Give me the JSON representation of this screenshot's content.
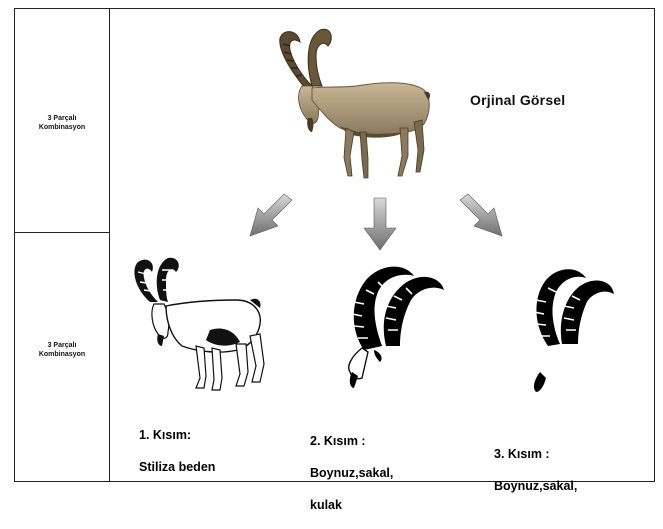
{
  "left_panel": {
    "top_label": "3 Parçalı\nKombinasyon",
    "bottom_label": "3 Parçalı\nKombinasyon"
  },
  "main": {
    "title": "Orjinal Görsel",
    "original_image": "ibex-photo",
    "parts": [
      {
        "label_line1": "1. Kısım:",
        "label_line2": "Stiliza beden",
        "label_line3": "",
        "icon": "stylized-ibex-body"
      },
      {
        "label_line1": "2. Kısım :",
        "label_line2": "Boynuz,sakal,",
        "label_line3": "kulak",
        "icon": "horn-beard-ear"
      },
      {
        "label_line1": "3. Kısım :",
        "label_line2": "Boynuz,sakal,",
        "label_line3": "",
        "icon": "horn-beard"
      }
    ]
  }
}
